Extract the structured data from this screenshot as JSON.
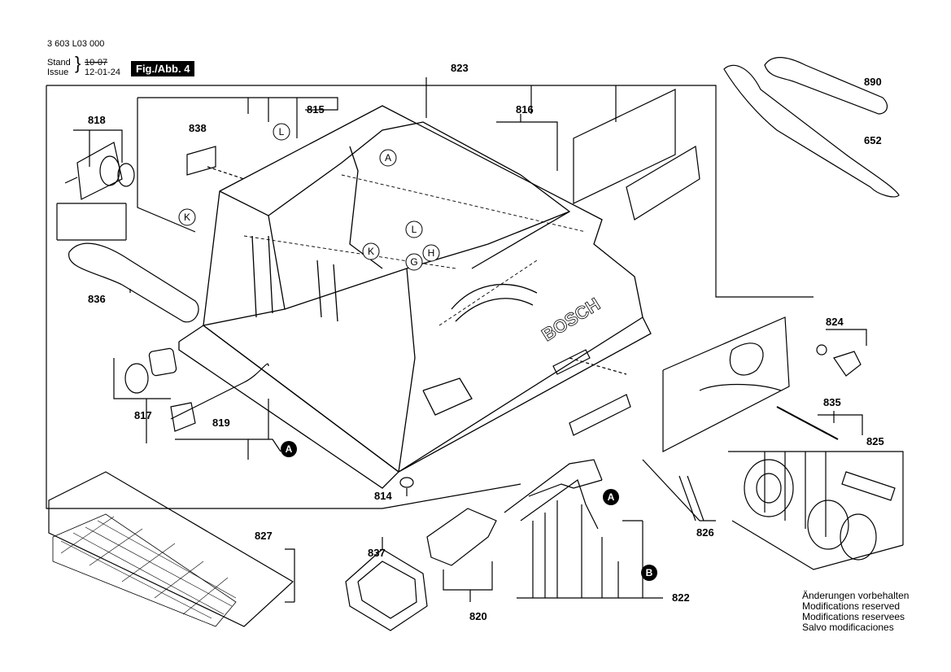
{
  "header": {
    "doc_number": "3 603 L03 000",
    "stand_label": "Stand",
    "issue_label": "Issue",
    "stand_date": "10-07",
    "issue_date": "12-01-24",
    "figure_label": "Fig./Abb. 4"
  },
  "parts": {
    "p823": "823",
    "p890": "890",
    "p652": "652",
    "p815": "815",
    "p816": "816",
    "p818": "818",
    "p838": "838",
    "p836": "836",
    "p824": "824",
    "p835": "835",
    "p825": "825",
    "p817": "817",
    "p819": "819",
    "p814": "814",
    "p826": "826",
    "p827": "827",
    "p837": "837",
    "p820": "820",
    "p822": "822"
  },
  "markers": {
    "A": "A",
    "L": "L",
    "K": "K",
    "G": "G",
    "H": "H",
    "B": "B"
  },
  "brand_on_part": "BOSCH",
  "footer": {
    "line1": "Änderungen vorbehalten",
    "line2": "Modifications reserved",
    "line3": "Modifications reservees",
    "line4": "Salvo modificaciones"
  }
}
